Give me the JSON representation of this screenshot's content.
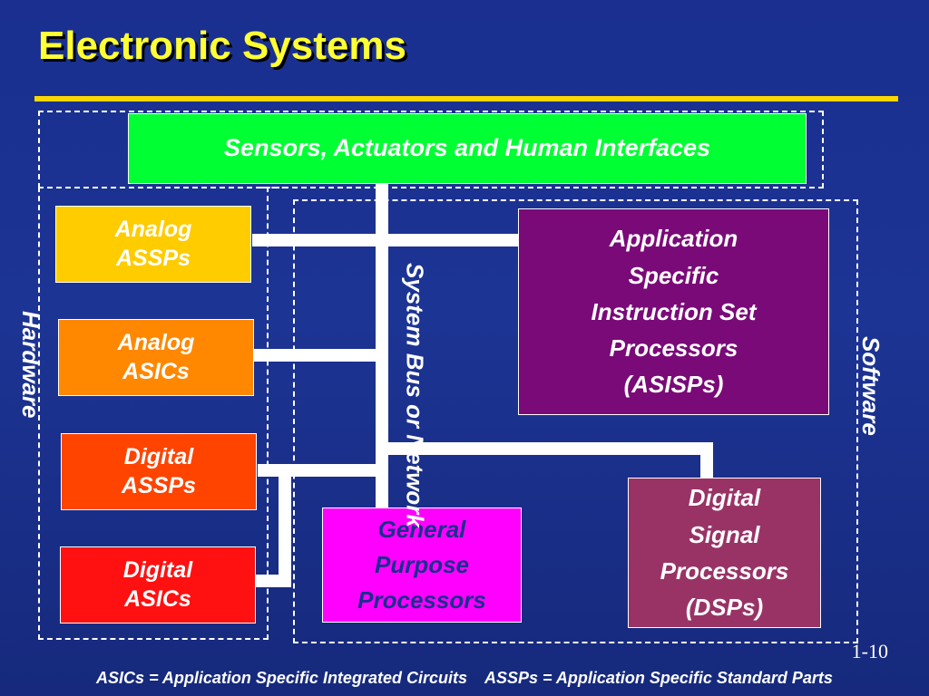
{
  "title": "Electronic Systems",
  "top_box": {
    "label": "Sensors, Actuators and Human Interfaces"
  },
  "left_boxes": [
    {
      "lines": [
        "Analog",
        "ASSPs"
      ],
      "color": "#ffcc00",
      "text_color": "#ffffff"
    },
    {
      "lines": [
        "Analog",
        "ASICs"
      ],
      "color": "#ff8800",
      "text_color": "#ffffff"
    },
    {
      "lines": [
        "Digital",
        "ASSPs"
      ],
      "color": "#ff4400",
      "text_color": "#ffffff"
    },
    {
      "lines": [
        "Digital",
        "ASICs"
      ],
      "color": "#ff1111",
      "text_color": "#ffffff"
    }
  ],
  "asisp_box": {
    "lines": [
      "Application",
      "Specific",
      "Instruction Set",
      "Processors",
      "(ASISPs)"
    ],
    "color": "#7a0a78",
    "text_color": "#ffffff"
  },
  "dsp_box": {
    "lines": [
      "Digital",
      "Signal",
      "Processors",
      "(DSPs)"
    ],
    "color": "#993366",
    "text_color": "#ffffff"
  },
  "gpp_box": {
    "lines": [
      "General",
      "Purpose",
      "Processors"
    ],
    "color": "#ff00ff",
    "text_color": "#1a2f8f"
  },
  "labels": {
    "hardware": "Hardware",
    "software": "Software",
    "bus_line1": "System Bus",
    "bus_line2": "or Network"
  },
  "page_number": "1-10",
  "footer": {
    "asics_def": "ASICs = Application Specific Integrated Circuits",
    "assps_def": "ASSPs = Application Specific Standard Parts"
  },
  "colors": {
    "title": "#ffff33",
    "title_rule": "#ffd700",
    "sensors_box": "#00ff33",
    "background": "#1c3494"
  }
}
